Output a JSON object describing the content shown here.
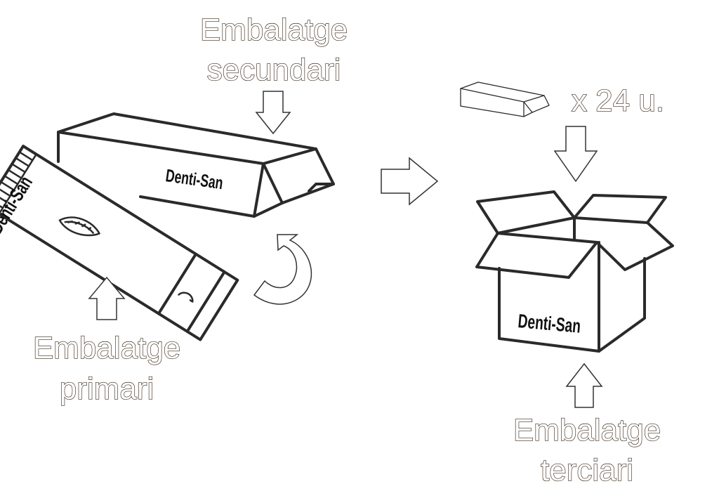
{
  "labels": {
    "secondary_line1": "Embalatge",
    "secondary_line2": "secundari",
    "primary_line1": "Embalatge",
    "primary_line2": "primari",
    "tertiary_line1": "Embalatge",
    "tertiary_line2": "terciari",
    "quantity": "x 24 u."
  },
  "brand": {
    "tube": "Denti-San",
    "box": "Denti-San",
    "carton": "Denti-San"
  },
  "colors": {
    "ink": "#2a2a2a",
    "background": "#ffffff"
  }
}
